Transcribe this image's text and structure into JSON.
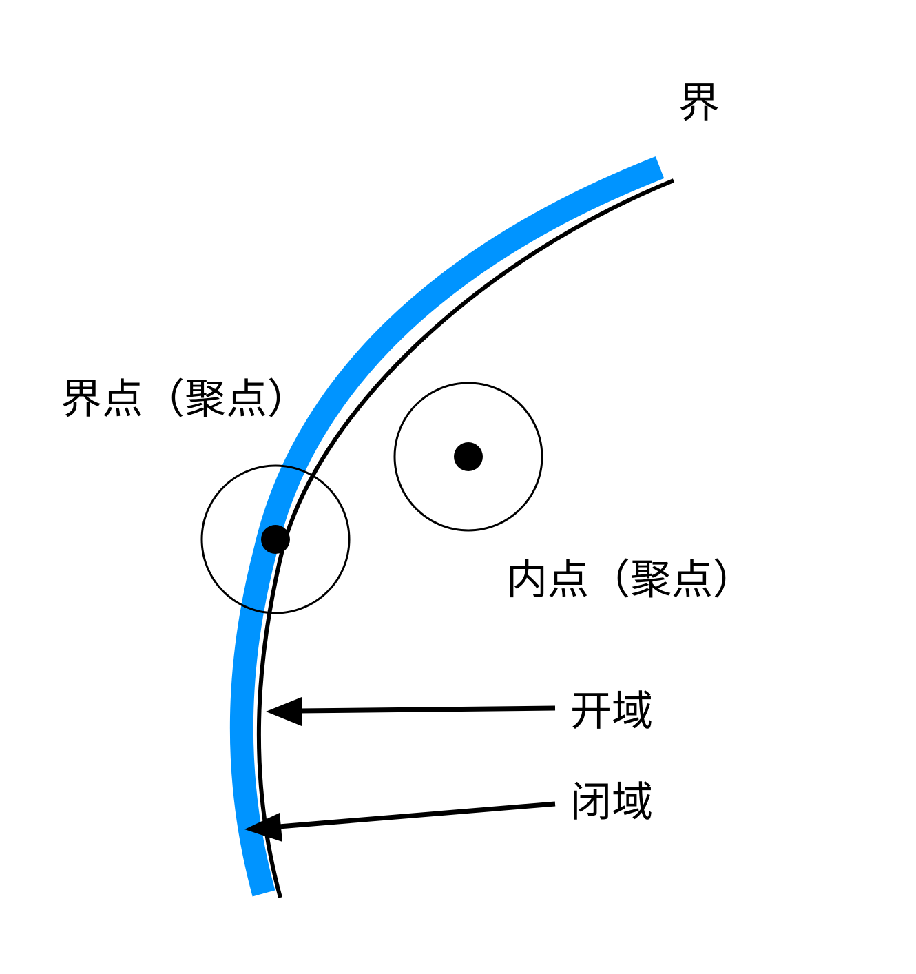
{
  "labels": {
    "boundary": "界",
    "boundary_point": "界点（聚点）",
    "interior_point": "内点（聚点）",
    "open_domain": "开域",
    "closed_domain": "闭域"
  },
  "colors": {
    "boundary_band": "#0094FF",
    "line": "#000000",
    "background": "#FFFFFF"
  }
}
